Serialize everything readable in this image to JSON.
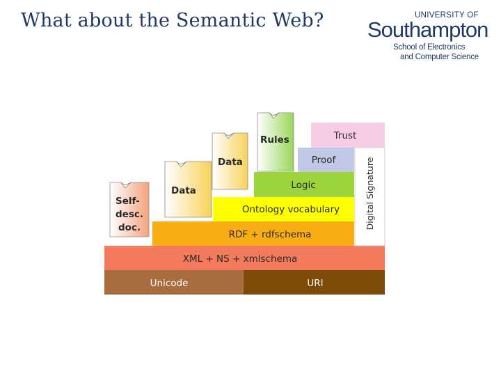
{
  "slide": {
    "title": "What about the Semantic Web?"
  },
  "logo": {
    "university_of": "UNIVERSITY OF",
    "name": "Southampton",
    "school": "School of Electronics",
    "department": "and Computer Science"
  },
  "diagram": {
    "layers": {
      "unicode": "Unicode",
      "uri": "URI",
      "xml": "XML + NS + xmlschema",
      "rdf": "RDF + rdfschema",
      "ontology": "Ontology vocabulary",
      "logic": "Logic",
      "proof": "Proof",
      "trust": "Trust",
      "digital_signature": "Digital Signature"
    },
    "documents": {
      "self_desc_line1": "Self-",
      "self_desc_line2": "desc.",
      "self_desc_line3": "doc.",
      "data_1": "Data",
      "data_2": "Data",
      "rules": "Rules"
    },
    "colors": {
      "unicode": "#a86c3e",
      "uri": "#7e4a08",
      "xml": "#f47a5e",
      "rdf": "#f9ad15",
      "ontology": "#ffff00",
      "logic": "#9cd43c",
      "proof": "#c0c8e6",
      "trust": "#f7cde6",
      "text_dark": "#2a2a2a",
      "text_light": "#ffffff",
      "doc_selfdesc": "#f7c4a8",
      "doc_data1": "#fbe9a0",
      "doc_data2": "#fbe9a0",
      "doc_rules": "#ccee9a"
    }
  }
}
